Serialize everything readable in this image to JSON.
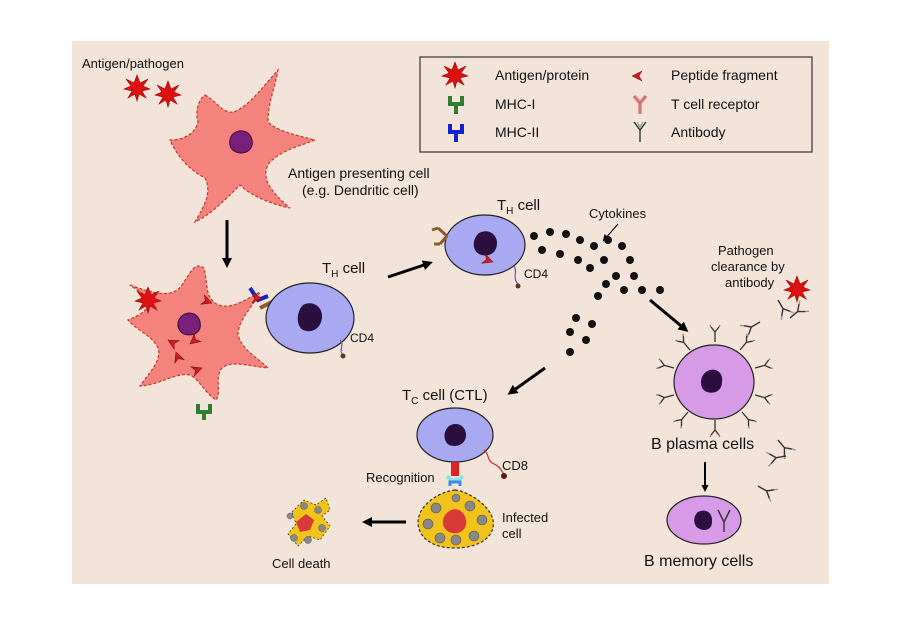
{
  "labels": {
    "antigen_pathogen": "Antigen/pathogen",
    "apc_line1": "Antigen presenting cell",
    "apc_line2": "(e.g. Dendritic cell)",
    "th_cell_1": "T",
    "th_sub": "H",
    "cell_word": " cell",
    "cd4": "CD4",
    "cytokines": "Cytokines",
    "pathogen_clearance_1": "Pathogen",
    "pathogen_clearance_2": "clearance by",
    "pathogen_clearance_3": "antibody",
    "tc_cell_t": "T",
    "tc_sub": "C",
    "tc_rest": " cell (CTL)",
    "cd8": "CD8",
    "recognition": "Recognition",
    "infected_1": "Infected",
    "infected_2": "cell",
    "cell_death": "Cell death",
    "b_plasma": "B plasma cells",
    "b_memory": "B memory cells"
  },
  "legend": {
    "items": [
      {
        "label": "Antigen/protein",
        "icon": "antigen-icon"
      },
      {
        "label": "Peptide fragment",
        "icon": "peptide-icon"
      },
      {
        "label": "MHC-I",
        "icon": "mhc1-icon"
      },
      {
        "label": "T cell receptor",
        "icon": "tcr-icon"
      },
      {
        "label": "MHC-II",
        "icon": "mhc2-icon"
      },
      {
        "label": "Antibody",
        "icon": "antibody-icon"
      }
    ]
  },
  "colors": {
    "panel_bg": "#f3e4d9",
    "apc": "#f4837e",
    "apc_edge": "#c0392b",
    "apc_nucleus": "#7a1f7a",
    "t_cell": "#a9a9f2",
    "b_cell": "#d79ae6",
    "cell_nucleus": "#2a0f3f",
    "antigen": "#dd1111",
    "mhc1": "#2e7d32",
    "mhc2": "#1222cc",
    "infected": "#f2c31b",
    "dot": "#111111"
  }
}
